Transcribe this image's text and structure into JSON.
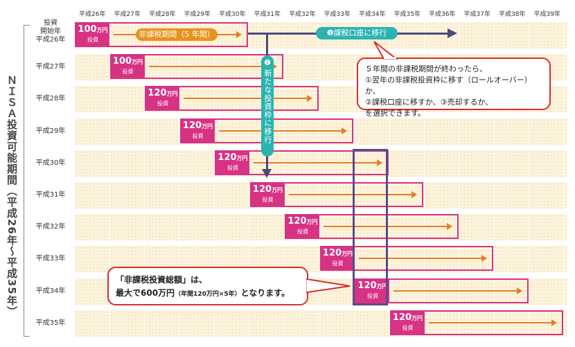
{
  "years": [
    "平成26年",
    "平成27年",
    "平成28年",
    "平成29年",
    "平成30年",
    "平成31年",
    "平成32年",
    "平成33年",
    "平成34年",
    "平成35年",
    "平成36年",
    "平成37年",
    "平成38年",
    "平成39年"
  ],
  "vertical_title": "ＮＩＳＡ投資可能期間（平成26年〜平成35年）",
  "first_row_label": [
    "投資",
    "開始年",
    "平成26年"
  ],
  "rows": [
    {
      "label": "平成27年",
      "amount": "100",
      "unit": "万円",
      "invest": "投資"
    },
    {
      "label": "平成28年",
      "amount": "120",
      "unit": "万円",
      "invest": "投資"
    },
    {
      "label": "平成29年",
      "amount": "120",
      "unit": "万円",
      "invest": "投資"
    },
    {
      "label": "平成30年",
      "amount": "120",
      "unit": "万円",
      "invest": "投資"
    },
    {
      "label": "平成31年",
      "amount": "120",
      "unit": "万円",
      "invest": "投資"
    },
    {
      "label": "平成32年",
      "amount": "120",
      "unit": "万円",
      "invest": "投資"
    },
    {
      "label": "平成33年",
      "amount": "120",
      "unit": "万円",
      "invest": "投資"
    },
    {
      "label": "平成34年",
      "amount": "120",
      "unit": "万円",
      "invest": "投資"
    },
    {
      "label": "平成35年",
      "amount": "120",
      "unit": "万円",
      "invest": "投資"
    }
  ],
  "first": {
    "amount": "100",
    "unit": "万円",
    "invest": "投資"
  },
  "nontax_period": "非課税期間（5 年間）",
  "move_taxable": "❷課税口座に移行",
  "move_new_num": "❶",
  "move_new_text": "新たな投資枠に移行",
  "callout1": [
    "５年間の非課税期間が終わったら、",
    "①翌年の非課税投資枠に移す（ロールオーバー）か、",
    "②課税口座に移すか、③売却するか、",
    "を選択できます。"
  ],
  "callout2": {
    "l1": "「非課税投資総額」は、",
    "l2_main": "最大で600万円",
    "l2_small": "（年間120万円×5年）",
    "l2_end": "となります。"
  },
  "colors": {
    "pink": "#d63384",
    "orange": "#e67e22",
    "navy": "#4a4a7a",
    "teal": "#2bb3b0",
    "red": "#d62e2e"
  }
}
